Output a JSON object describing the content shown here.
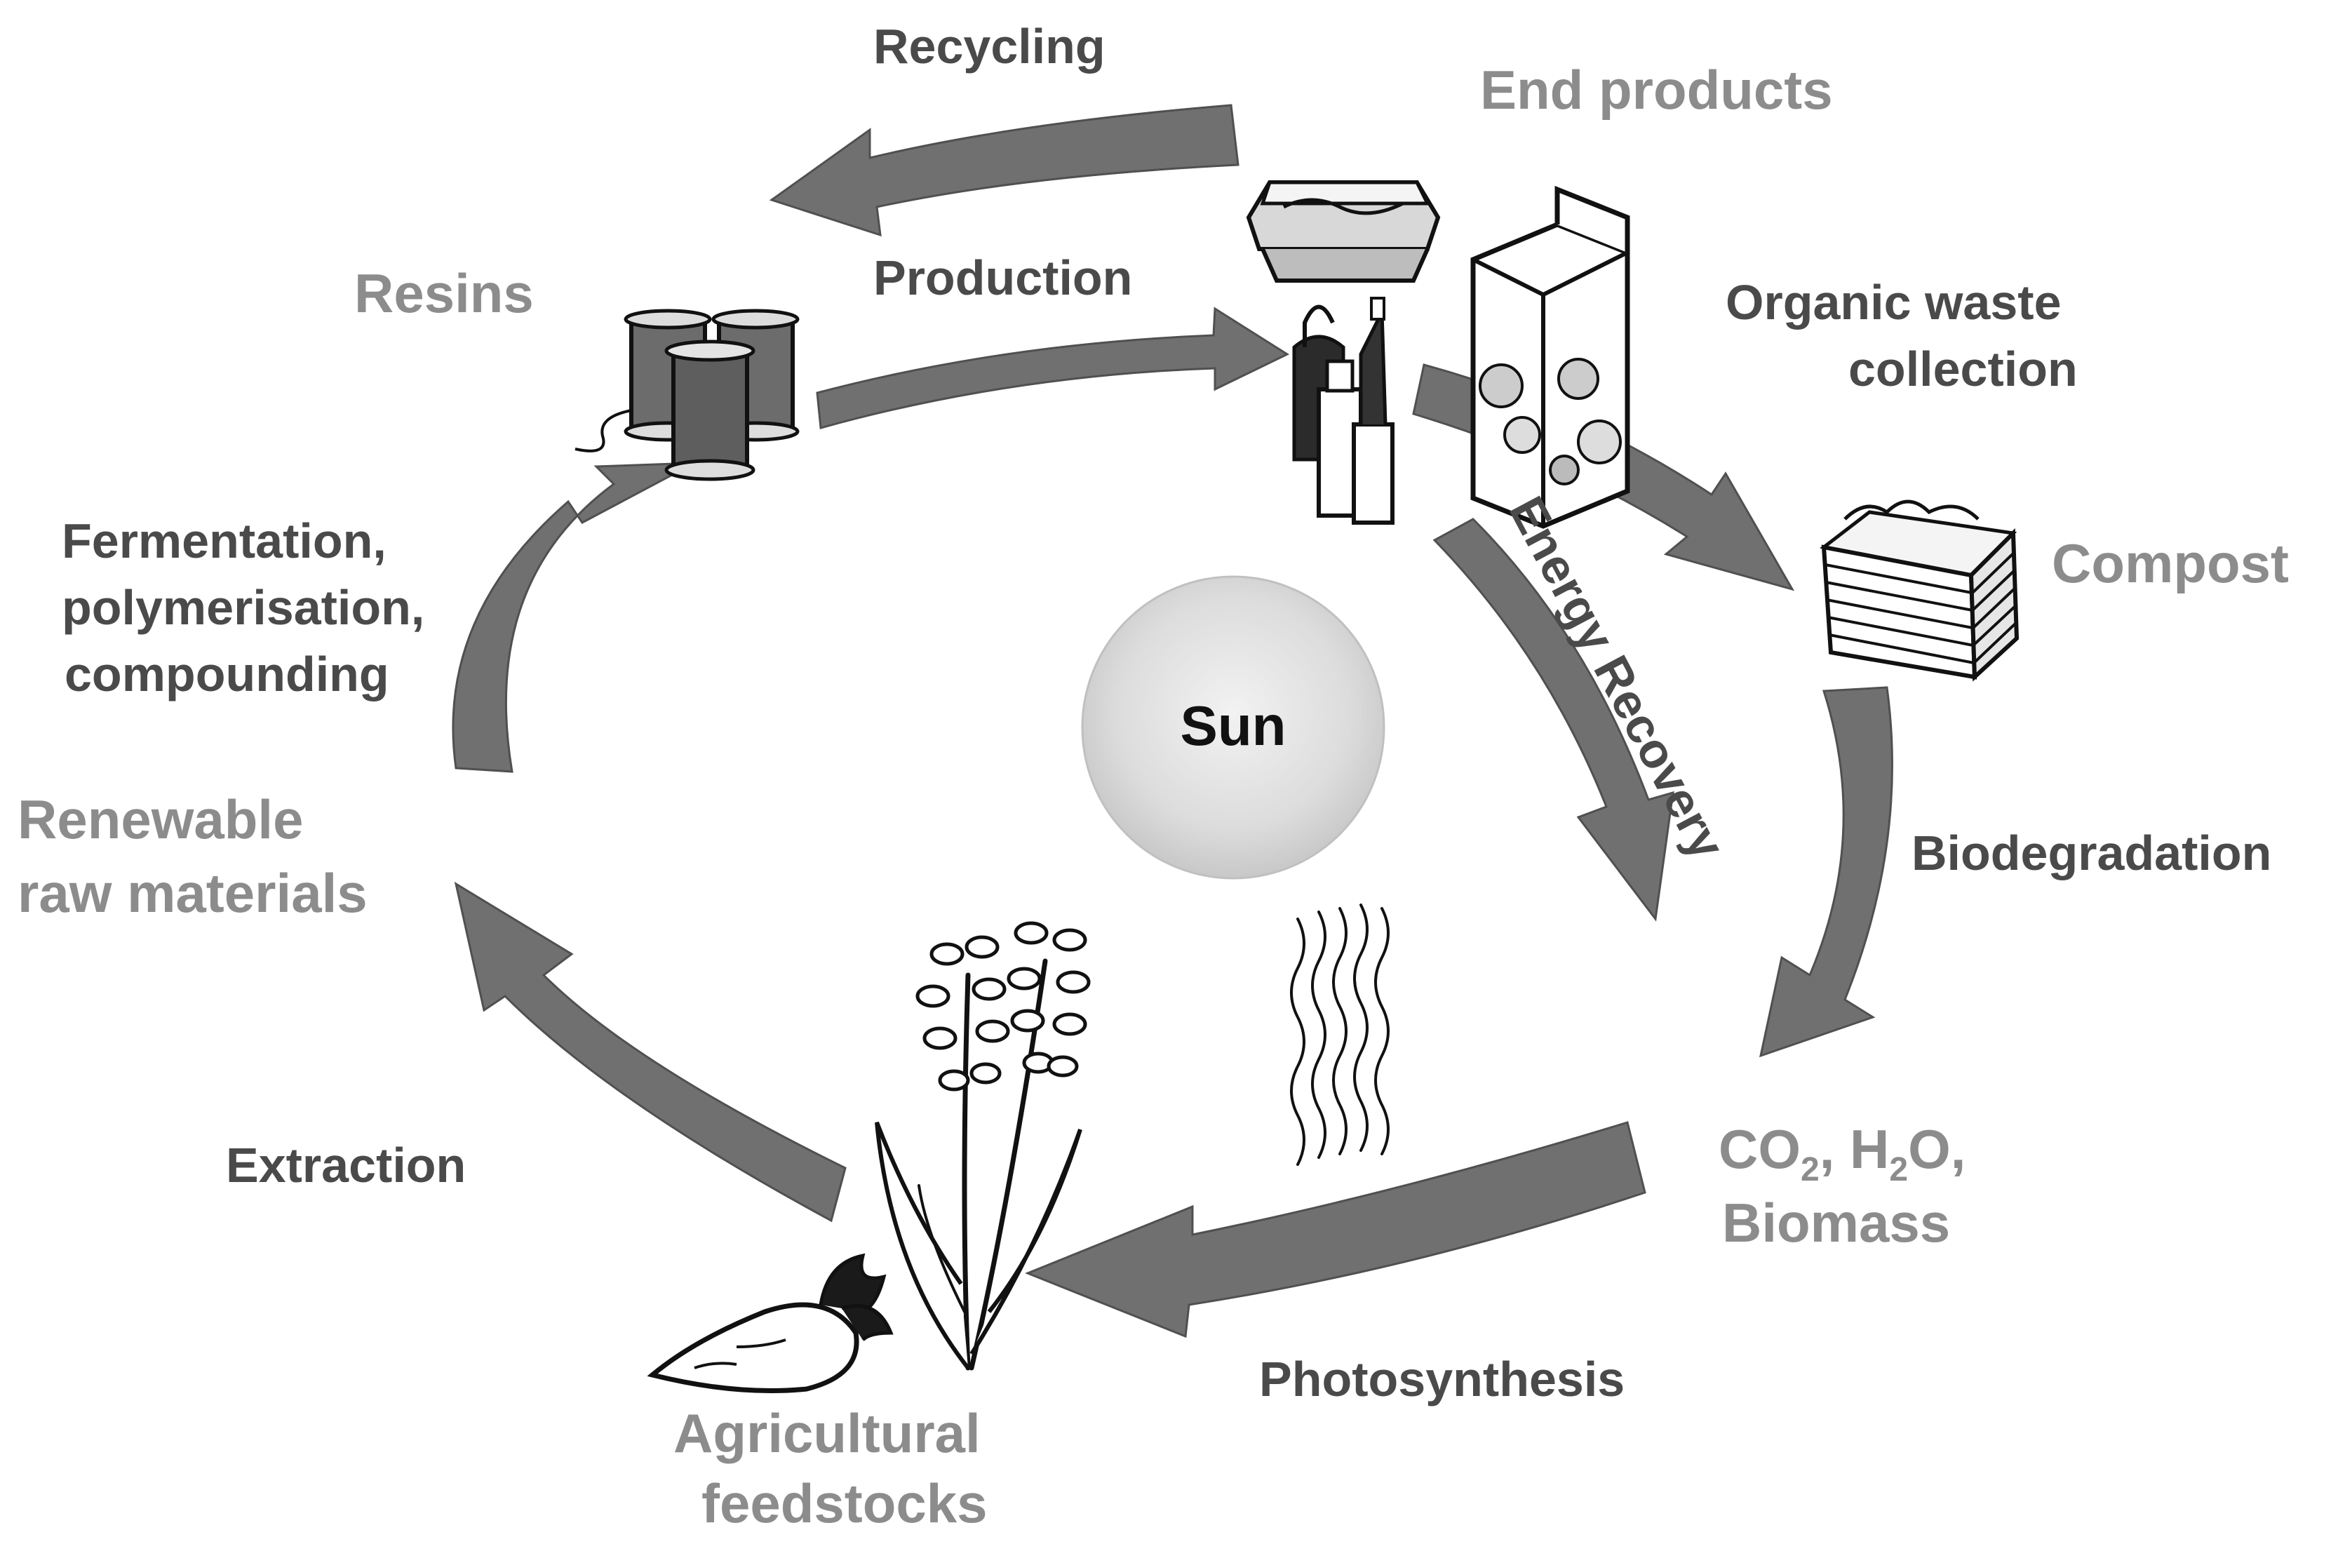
{
  "diagram": {
    "center": {
      "label": "Sun"
    },
    "nodes": {
      "end_products": "End products",
      "resins": "Resins",
      "compost": "Compost",
      "renewable_line1": "Renewable",
      "renewable_line2": "raw materials",
      "co2_prefix": "CO",
      "co2_sub": "2",
      "h2o_prefix": ", H",
      "h2o_sub": "2",
      "h2o_suffix": "O,",
      "biomass": "Biomass",
      "agri_line1": "Agricultural",
      "agri_line2": "feedstocks"
    },
    "processes": {
      "recycling": "Recycling",
      "production": "Production",
      "organic_line1": "Organic waste",
      "organic_line2": "collection",
      "energy_recovery": "Energy Recovery",
      "biodegradation": "Biodegradation",
      "photosynthesis": "Photosynthesis",
      "extraction": "Extraction",
      "fermentation_line1": "Fermentation,",
      "fermentation_line2": "polymerisation,",
      "fermentation_line3": "compounding"
    },
    "icons": [
      "food-tray-icon",
      "milk-carton-icon",
      "bottles-icon",
      "resin-spools-icon",
      "compost-bin-icon",
      "sugar-beet-icon",
      "grain-plant-icon",
      "sun-rays-icon"
    ],
    "colors": {
      "arrow": "#707070",
      "node_text": "#8c8c8c",
      "process_text": "#4a4a4a"
    }
  }
}
